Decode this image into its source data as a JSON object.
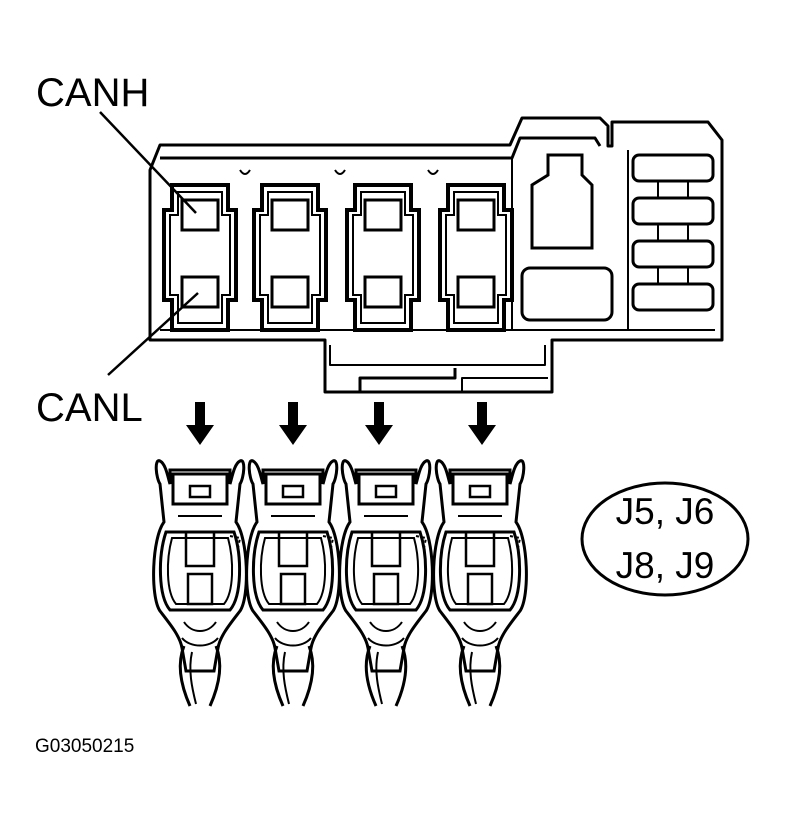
{
  "labels": {
    "canh": "CANH",
    "canl": "CANL",
    "badge_line1": "J5, J6",
    "badge_line2": "J8, J9",
    "figure_code": "G03050215"
  },
  "colors": {
    "ink": "#000000",
    "paper": "#ffffff"
  }
}
